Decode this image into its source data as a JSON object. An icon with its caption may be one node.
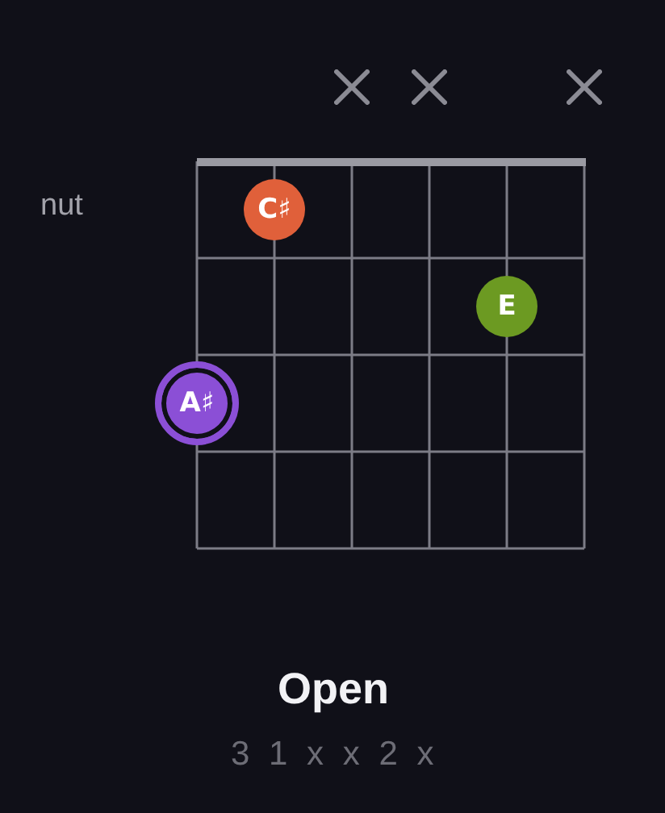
{
  "diagram": {
    "title": "Open",
    "caption": "3 1 x x 2 x",
    "nodes": [
      {
        "text": [
          "C♯"
        ]
      },
      {
        "text": [
          "E"
        ]
      },
      {
        "text": [
          "A♯"
        ]
      }
    ],
    "labels": [
      "nut"
    ]
  }
}
